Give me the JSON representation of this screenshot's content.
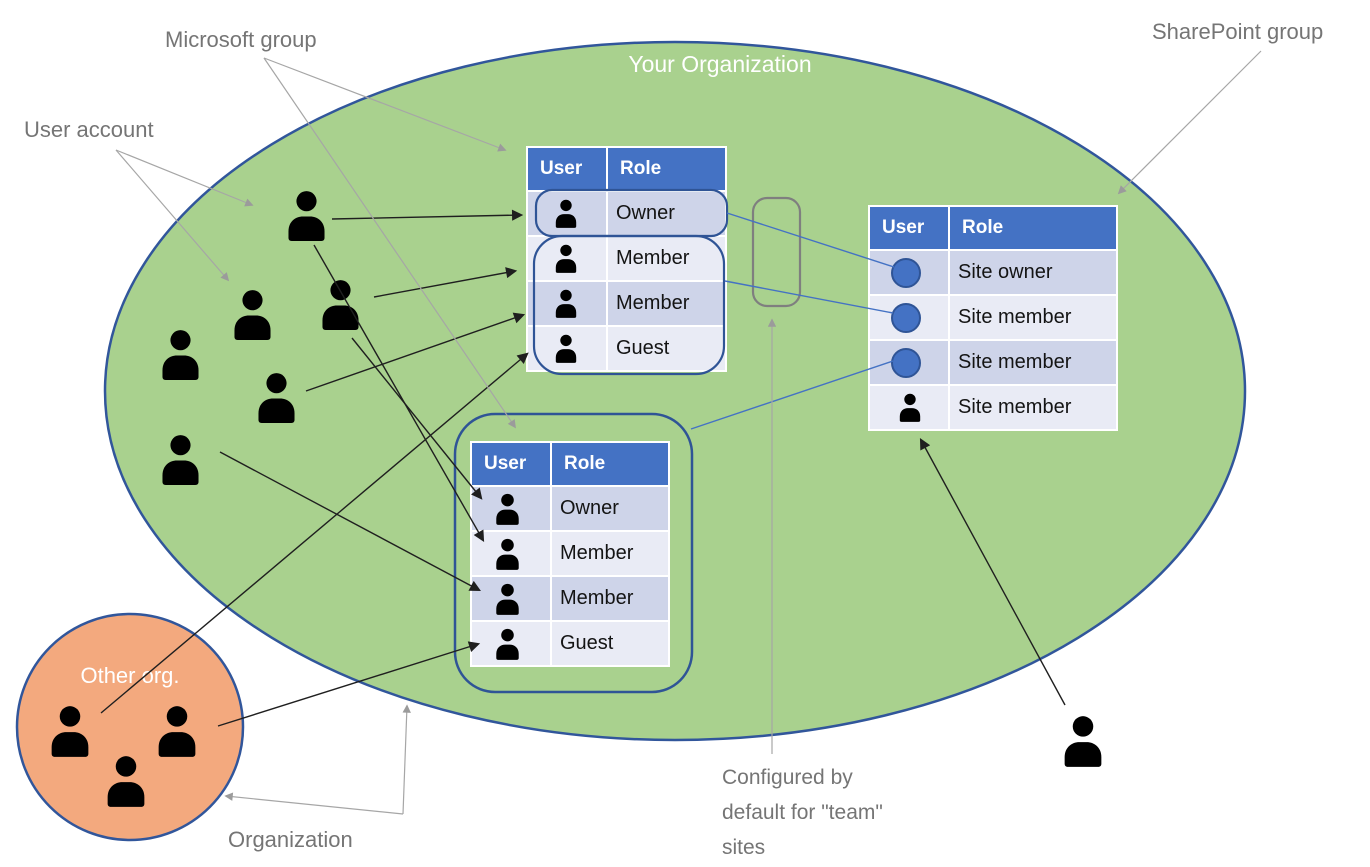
{
  "labels": {
    "your_organization": "Your Organization",
    "microsoft_group": "Microsoft group",
    "user_account": "User account",
    "sharepoint_group": "SharePoint group",
    "other_org": "Other org.",
    "organization": "Organization"
  },
  "note_lines": [
    "Configured by",
    "default for \"team\"",
    "sites"
  ],
  "tables": {
    "microsoft_group_1": {
      "headers": [
        "User",
        "Role"
      ],
      "rows": [
        {
          "icon": "person-icon",
          "role": "Owner"
        },
        {
          "icon": "person-icon",
          "role": "Member"
        },
        {
          "icon": "person-icon",
          "role": "Member"
        },
        {
          "icon": "person-icon",
          "role": "Guest"
        }
      ]
    },
    "microsoft_group_2": {
      "headers": [
        "User",
        "Role"
      ],
      "rows": [
        {
          "icon": "person-icon",
          "role": "Owner"
        },
        {
          "icon": "person-icon",
          "role": "Member"
        },
        {
          "icon": "person-icon",
          "role": "Member"
        },
        {
          "icon": "person-icon",
          "role": "Guest"
        }
      ]
    },
    "sharepoint_group": {
      "headers": [
        "User",
        "Role"
      ],
      "rows": [
        {
          "icon": "group-circle-icon",
          "role": "Site owner"
        },
        {
          "icon": "group-circle-icon",
          "role": "Site member"
        },
        {
          "icon": "group-circle-icon",
          "role": "Site member"
        },
        {
          "icon": "person-icon",
          "role": "Site member"
        }
      ]
    }
  },
  "user_icons": {
    "organization_cluster_count": 6,
    "other_org_count": 3,
    "external_count": 1
  },
  "colors": {
    "organization_fill": "#A9D18E",
    "other_org_fill": "#F3A97E",
    "shape_border": "#31569B",
    "table_header": "#4472C4",
    "row_dark": "#CED4E9",
    "row_light": "#E9EBF5",
    "group_rect_blue": "#2F5496",
    "default_rect_gray": "#7F7F7F",
    "label_gray": "#757575",
    "arrow_black": "#1F1F1F",
    "arrow_gray": "#9B9B9B",
    "connector_blue": "#4472C4"
  }
}
